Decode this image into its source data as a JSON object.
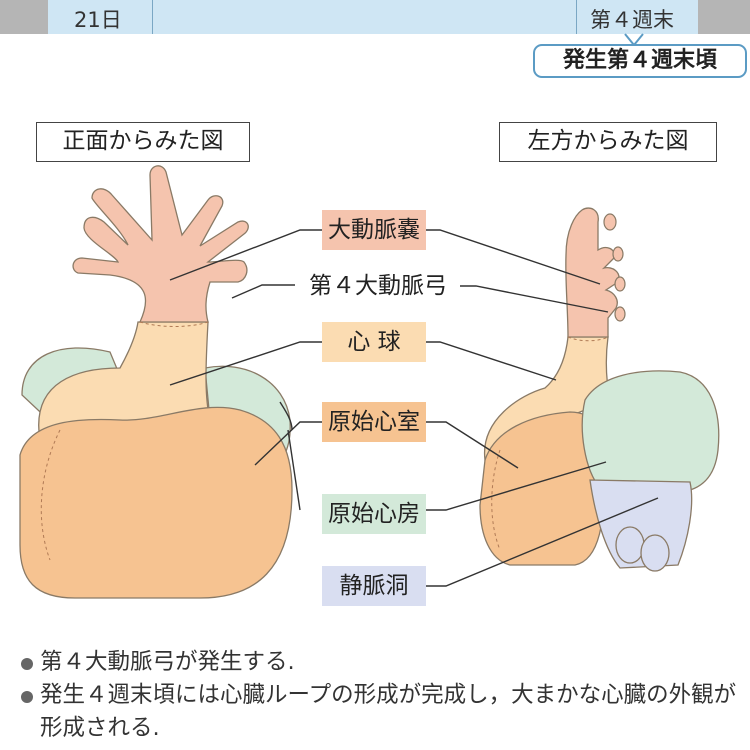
{
  "timeline": {
    "start_label": "21日",
    "end_label": "第４週末"
  },
  "callout": "発生第４週末頃",
  "views": {
    "front": "正面からみた図",
    "left": "左方からみた図"
  },
  "labels": {
    "aortic_sac": "大動脈嚢",
    "fourth_arch": "第４大動脈弓",
    "bulbus": "心 球",
    "ventricle": "原始心室",
    "atrium": "原始心房",
    "sinus": "静脈洞"
  },
  "colors": {
    "aortic_sac": "#f5c4ae",
    "bulbus": "#fbdcb2",
    "ventricle": "#f6c391",
    "atrium": "#d3e9d9",
    "sinus": "#d9def1"
  },
  "bullets": [
    "第４大動脈弓が発生する.",
    "発生４週末頃には心臓ループの形成が完成し，大まかな心臓の外観が形成される."
  ]
}
